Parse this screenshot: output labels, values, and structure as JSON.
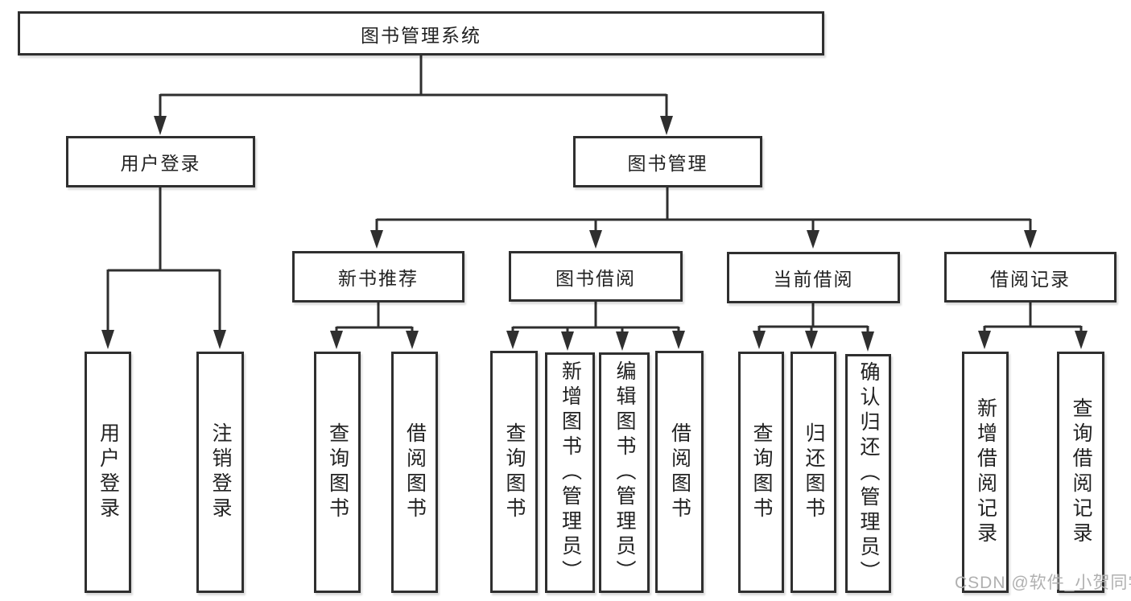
{
  "diagram": {
    "root": "图书管理系统",
    "branches": [
      {
        "label": "用户登录",
        "children": [
          "用户登录",
          "注销登录"
        ]
      },
      {
        "label": "图书管理",
        "sections": [
          {
            "label": "新书推荐",
            "children": [
              "查询图书",
              "借阅图书"
            ]
          },
          {
            "label": "图书借阅",
            "children": [
              "查询图书",
              "新增图书（管理员）",
              "编辑图书（管理员）",
              "借阅图书"
            ]
          },
          {
            "label": "当前借阅",
            "children": [
              "查询图书",
              "归还图书",
              "确认归还（管理员）"
            ]
          },
          {
            "label": "借阅记录",
            "children": [
              "新增借阅记录",
              "查询借阅记录"
            ]
          }
        ]
      }
    ]
  },
  "watermark": {
    "text": "CSDN @软件_小贺同学"
  },
  "colors": {
    "line": "#2f2f2f",
    "text": "#222222",
    "watermark": "#b0b0b0",
    "background": "#ffffff"
  }
}
